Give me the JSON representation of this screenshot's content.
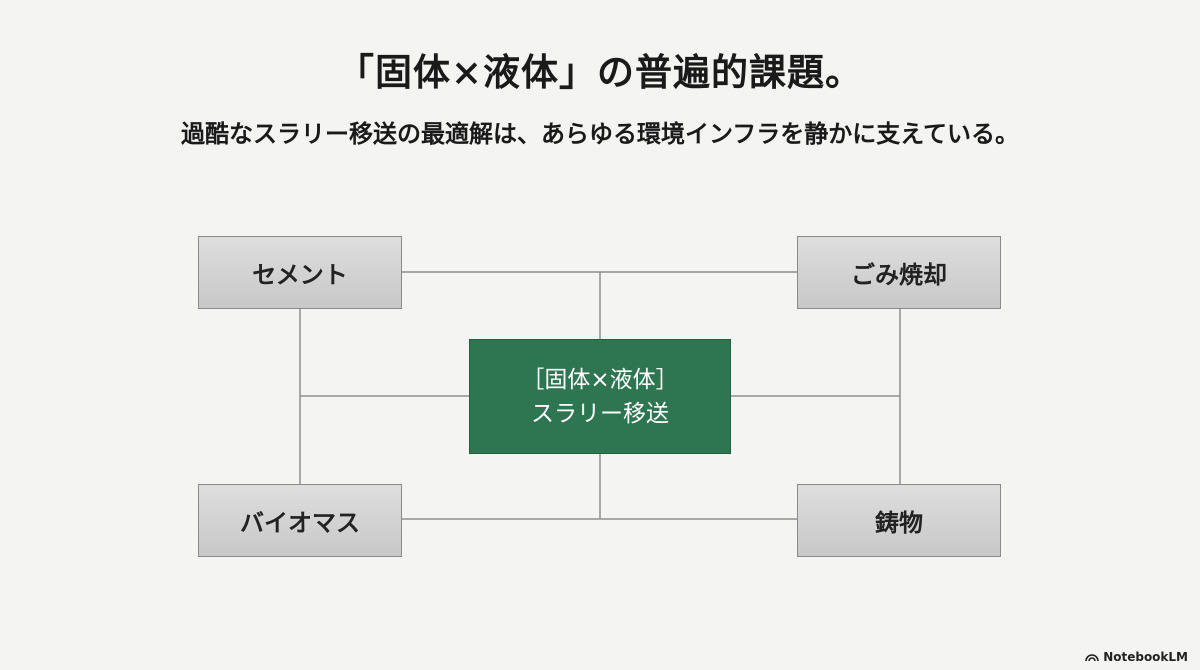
{
  "title": "「固体×液体」の普遍的課題。",
  "subtitle": "過酷なスラリー移送の最適解は、あらゆる環境インフラを静かに支えている。",
  "center": {
    "line1": "［固体×液体］",
    "line2": "スラリー移送",
    "color": "#2e7551"
  },
  "nodes": {
    "top_left": "セメント",
    "top_right": "ごみ焼却",
    "bottom_left": "バイオマス",
    "bottom_right": "鋳物"
  },
  "brand": {
    "label": "NotebookLM",
    "icon": "notebooklm-logo-icon"
  }
}
